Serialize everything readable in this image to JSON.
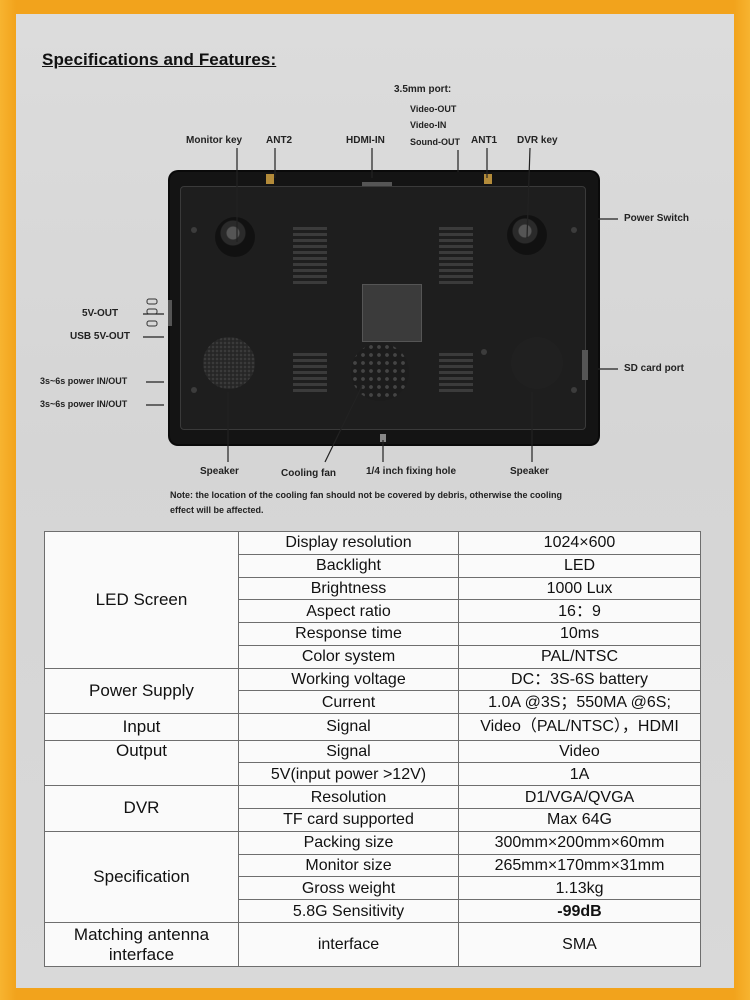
{
  "heading": "Specifications and Features:",
  "diagram": {
    "port_35mm": "3.5mm port:",
    "video_out": "Video-OUT",
    "video_in": "Video-IN",
    "sound_out": "Sound-OUT",
    "monitor_key": "Monitor key",
    "ant2": "ANT2",
    "hdmi_in": "HDMI-IN",
    "ant1": "ANT1",
    "dvr_key": "DVR key",
    "power_switch": "Power Switch",
    "sd_card_port": "SD card port",
    "five_v_out": "5V-OUT",
    "usb_5v_out": "USB 5V-OUT",
    "power_in_out_1": "3s~6s power IN/OUT",
    "power_in_out_2": "3s~6s power IN/OUT",
    "speaker_left": "Speaker",
    "cooling_fan": "Cooling fan",
    "fixing_hole": "1/4 inch fixing hole",
    "speaker_right": "Speaker",
    "note_line1": "Note: the location of the cooling fan should not be covered by debris, otherwise the cooling",
    "note_line2": "effect will be affected."
  },
  "table": {
    "led_screen": "LED Screen",
    "display_resolution": "Display resolution",
    "display_resolution_v": "1024×600",
    "backlight": "Backlight",
    "backlight_v": "LED",
    "brightness": "Brightness",
    "brightness_v": "1000 Lux",
    "aspect_ratio": "Aspect ratio",
    "aspect_ratio_v": "16：9",
    "response_time": "Response time",
    "response_time_v": "10ms",
    "color_system": "Color system",
    "color_system_v": "PAL/NTSC",
    "power_supply": "Power Supply",
    "working_voltage": "Working voltage",
    "working_voltage_v": "DC：3S-6S battery",
    "current": "Current",
    "current_v": "1.0A @3S；550MA @6S;",
    "input": "Input",
    "input_signal": "Signal",
    "input_signal_v": "Video（PAL/NTSC），HDMI",
    "output": "Output",
    "output_signal": "Signal",
    "output_signal_v": "Video",
    "five_v": "5V(input power >12V)",
    "five_v_v": "1A",
    "dvr": "DVR",
    "resolution": "Resolution",
    "resolution_v": "D1/VGA/QVGA",
    "tf_card": "TF card supported",
    "tf_card_v": "Max 64G",
    "specification": "Specification",
    "packing_size": "Packing size",
    "packing_size_v": "300mm×200mm×60mm",
    "monitor_size": "Monitor size",
    "monitor_size_v": "265mm×170mm×31mm",
    "gross_weight": "Gross weight",
    "gross_weight_v": "1.13kg",
    "sensitivity": "5.8G Sensitivity",
    "sensitivity_v": "-99dB",
    "matching_antenna": "Matching antenna interface",
    "interface": "interface",
    "interface_v": "SMA"
  }
}
